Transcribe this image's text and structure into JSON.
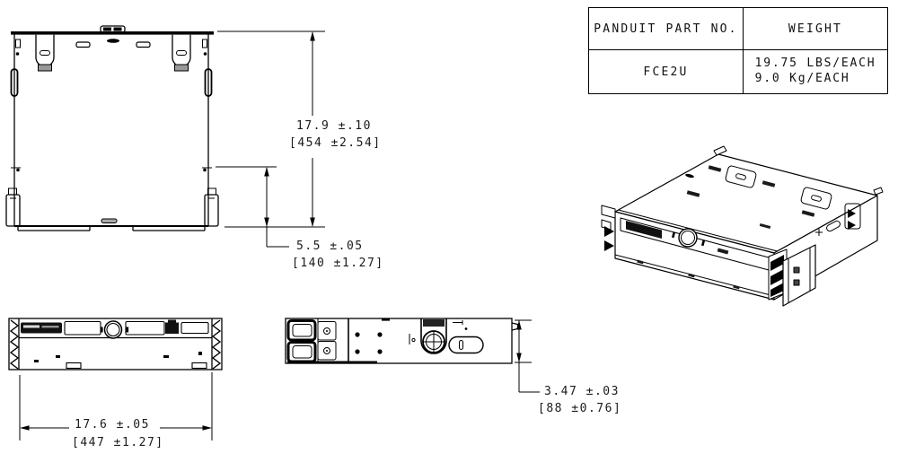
{
  "page": {
    "background": "#ffffff",
    "line_color": "#000000"
  },
  "spec_table": {
    "header_part_no": "PANDUIT PART NO.",
    "header_weight": "WEIGHT",
    "part_no": "FCE2U",
    "weight_line1": "19.75 LBS/EACH",
    "weight_line2": "9.0 Kg/EACH"
  },
  "dimensions": {
    "depth_overall_in": "17.9 ±.10",
    "depth_overall_mm": "[454 ±2.54]",
    "rear_depth_in": "5.5 ±.05",
    "rear_depth_mm": "[140 ±1.27]",
    "width_in": "17.6 ±.05",
    "width_mm": "[447 ±1.27]",
    "height_in": "3.47 ±.03",
    "height_mm": "[88 ±0.76]"
  }
}
